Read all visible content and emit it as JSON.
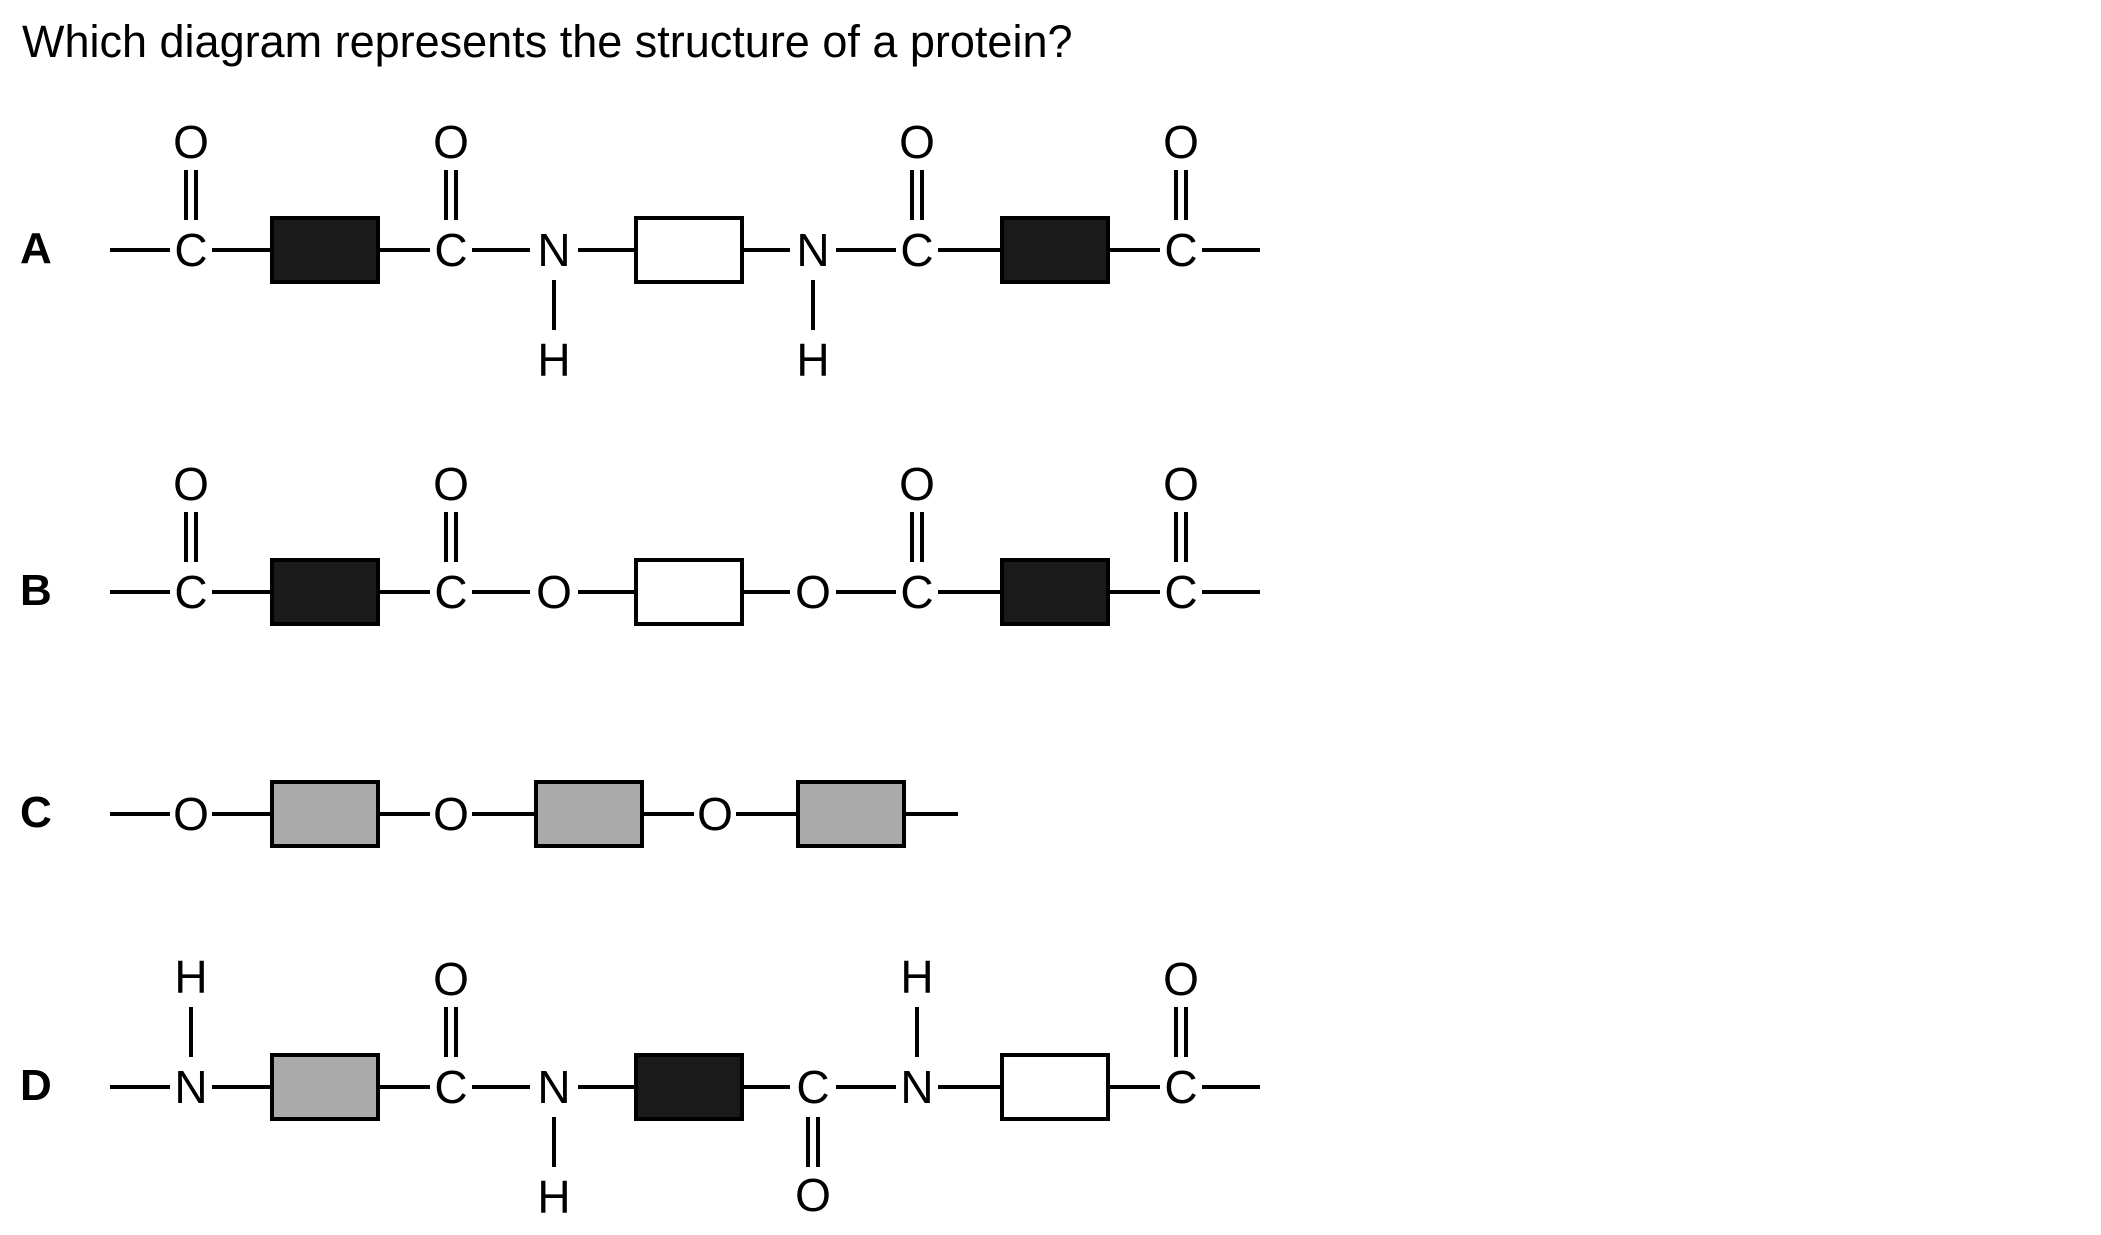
{
  "question": "Which diagram represents the structure of a protein?",
  "options": [
    {
      "label": "A"
    },
    {
      "label": "B"
    },
    {
      "label": "C"
    },
    {
      "label": "D"
    }
  ],
  "colors": {
    "black_box": "#1a1a1a",
    "white_box": "#ffffff",
    "grey_box": "#aaaaaa",
    "line": "#000000"
  },
  "atoms": {
    "carbon": "C",
    "oxygen": "O",
    "nitrogen": "N",
    "hydrogen": "H"
  }
}
